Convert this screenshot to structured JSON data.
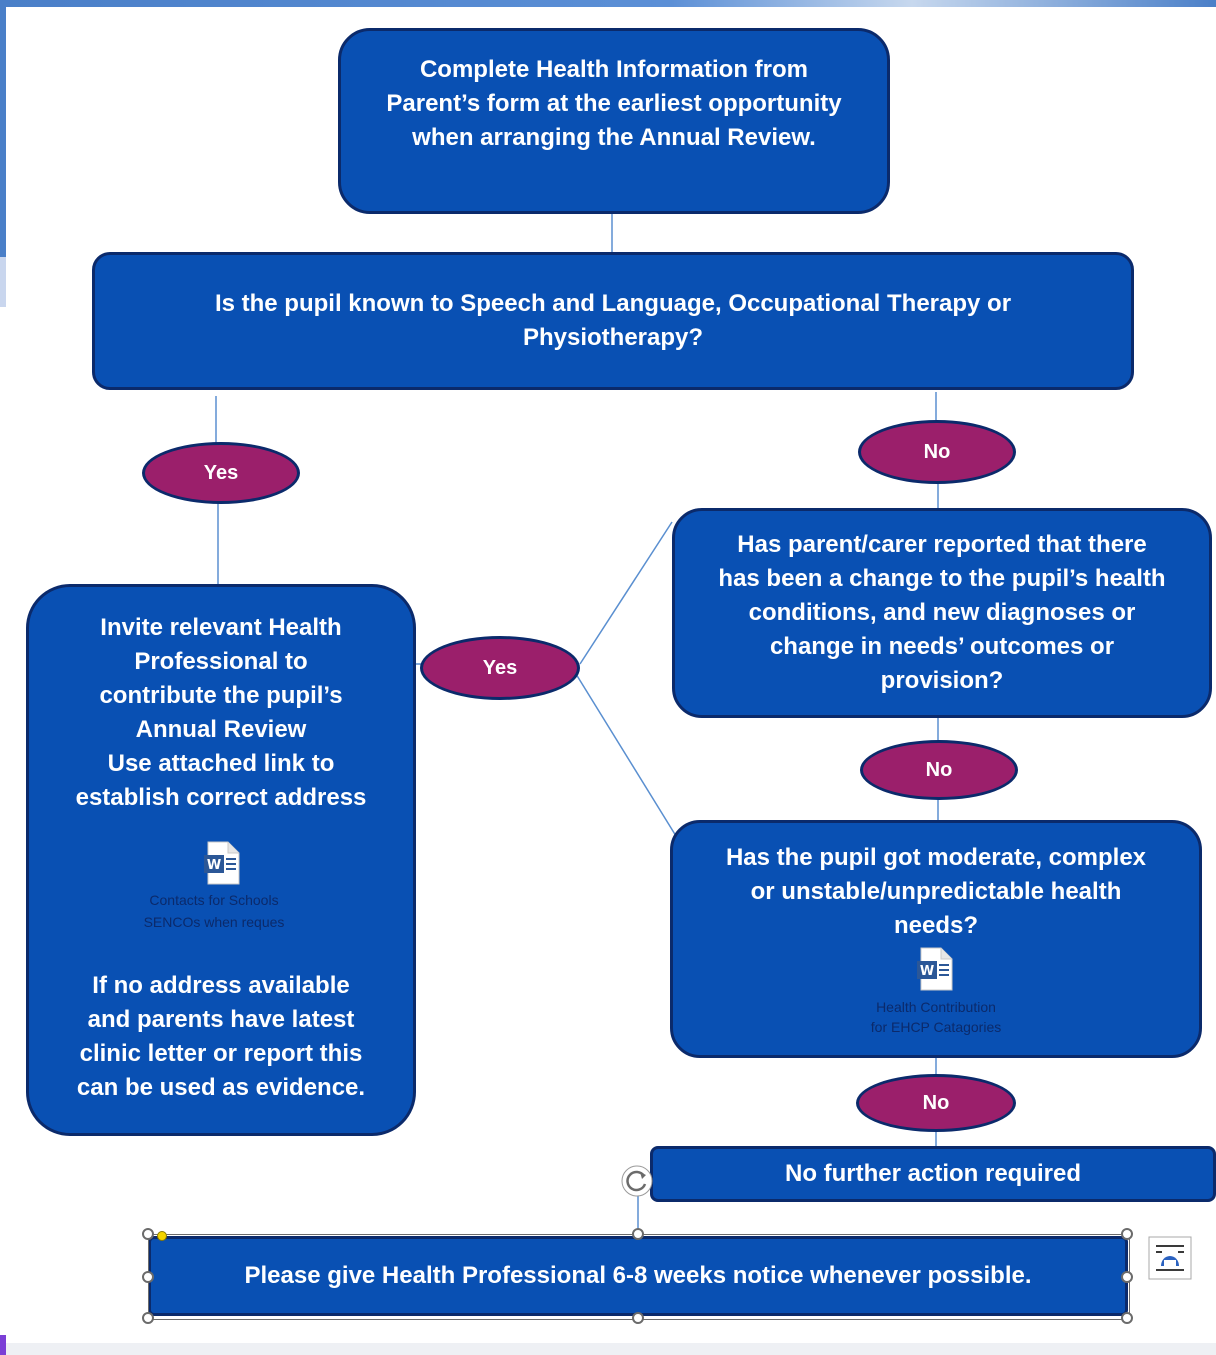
{
  "nodes": {
    "start": "Complete Health Information from\nParent’s form at the earliest opportunity\nwhen arranging the Annual Review.",
    "q1": "Is the pupil known to Speech and Language, Occupational Therapy or\nPhysiotherapy?",
    "invite": "Invite relevant Health\nProfessional to\ncontribute  the pupil’s\nAnnual Review\nUse attached link to\nestablish correct address",
    "invite_evidence": "If no address available\nand parents have latest\nclinic letter or report this\ncan be used as evidence.",
    "q2": "Has parent/carer reported that there\nhas been a change to the pupil’s health\nconditions, and new diagnoses or\nchange in needs’ outcomes or\nprovision?",
    "q3": "Has the pupil got moderate, complex\nor unstable/unpredictable health\nneeds?",
    "no_action": "No further action required",
    "notice": "Please give Health Professional 6-8 weeks notice whenever possible."
  },
  "labels": {
    "yes1": "Yes",
    "no1": "No",
    "yes2": "Yes",
    "no2": "No",
    "no3": "No"
  },
  "attachments": {
    "contacts": "Contacts for Schools\nSENCOs when reques",
    "health_contribution": "Health Contribution\nfor EHCP Catagories"
  },
  "colors": {
    "box_fill": "#0950b3",
    "box_border": "#0b2a6b",
    "oval_fill": "#9b1f6b",
    "connector": "#5a8fd0"
  },
  "icons": {
    "word_doc": "word-document-icon",
    "rotate": "rotate-handle-icon",
    "layout_options": "layout-options-icon"
  }
}
